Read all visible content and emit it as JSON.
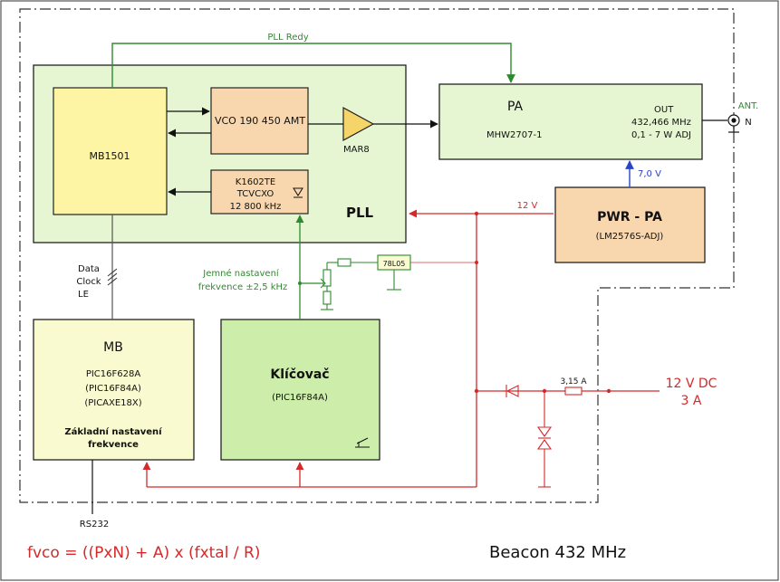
{
  "colors": {
    "pll_fill": "#e6f6d2",
    "mb1501_fill": "#fdf5a4",
    "orange_fill": "#f9d7ae",
    "mb_fill": "#fafad0",
    "keyer_fill": "#cdeeab",
    "green_line": "#2f8a2f",
    "red_line": "#d42a2a",
    "blue_line": "#2a44c8"
  },
  "blocks": {
    "pll": {
      "label": "PLL"
    },
    "mb1501": {
      "label": "MB1501"
    },
    "vco": {
      "label": "VCO 190 450 AMT"
    },
    "tcvcxo": {
      "line1": "K1602TE",
      "line2": "TCVCXO",
      "line3": "12 800 kHz"
    },
    "amp": {
      "label": "MAR8"
    },
    "pa": {
      "title": "PA",
      "model": "MHW2707-1",
      "out_label": "OUT",
      "frequency": "432,466 MHz",
      "power": "0,1 - 7 W   ADJ"
    },
    "pwr_pa": {
      "title": "PWR - PA",
      "model": "(LM2576S-ADJ)"
    },
    "regulator": {
      "label": "78L05"
    },
    "mb": {
      "title": "MB",
      "line1": "PIC16F628A",
      "line2": "(PIC16F84A)",
      "line3": "(PICAXE18X)",
      "note1": "Základní nastavení",
      "note2": "frekvence"
    },
    "keyer": {
      "title": "Klíčovač",
      "model": "(PIC16F84A)"
    }
  },
  "signals": {
    "pll_ready": "PLL Redy",
    "v12": "12 V",
    "v7": "7,0 V",
    "ant": "ANT.",
    "ant_n": "N",
    "data": "Data",
    "clock": "Clock",
    "le": "LE",
    "fine_tune_1": "Jemné nastavení",
    "fine_tune_2": "frekvence ±2,5 kHz",
    "fuse": "3,15 A",
    "supply_1": "12 V DC",
    "supply_2": "3 A",
    "rs232": "RS232"
  },
  "footer": {
    "formula": "fvco = ((PxN) + A) x (fxtal / R)",
    "title": "Beacon 432 MHz"
  }
}
